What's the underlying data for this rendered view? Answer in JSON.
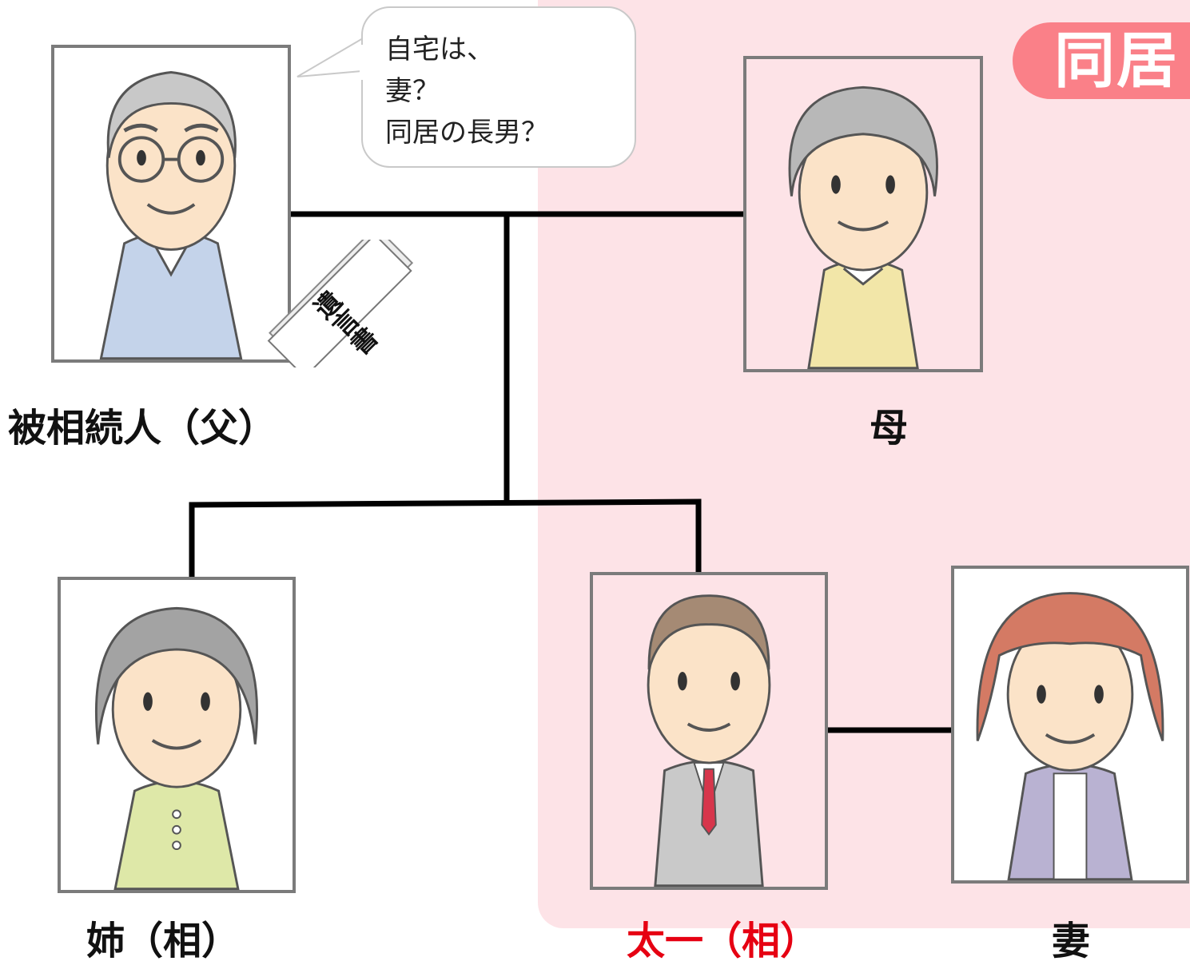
{
  "badge": {
    "text": "同居"
  },
  "speech_bubble": {
    "text": "自宅は、\n妻？\n同居の長男？"
  },
  "document": {
    "text": "遺言書"
  },
  "people": {
    "father": {
      "label": "被相続人（父）"
    },
    "mother": {
      "label": "母"
    },
    "sister": {
      "label": "姉（相）"
    },
    "taichi": {
      "label": "太一（相）",
      "label_color": "#e60012"
    },
    "wife": {
      "label": "妻"
    }
  },
  "colors": {
    "cohabitation_zone": "#fde3e7",
    "badge": "#fa8088",
    "line": "#000000",
    "frame": "#7b7b7b"
  }
}
